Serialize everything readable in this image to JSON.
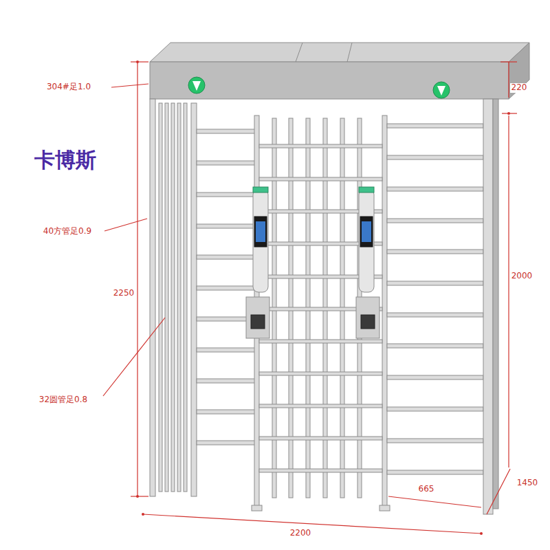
{
  "diagram": {
    "labels": [
      "304#足1.0",
      "220",
      "卡博斯",
      "40方管足0.9",
      "2250",
      "2000",
      "32圆管足0.8",
      "665",
      "1450",
      "2200"
    ]
  }
}
